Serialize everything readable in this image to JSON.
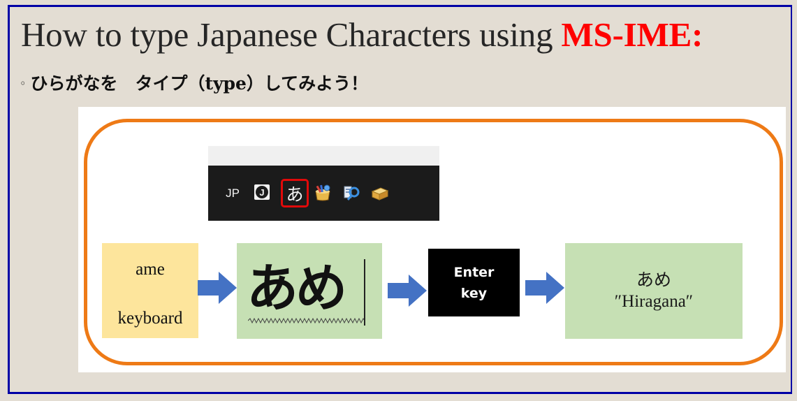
{
  "slide": {
    "title_prefix": "How to type Japanese Characters using ",
    "title_accent": "MS-IME:",
    "bullet_symbol": "◦",
    "bullet_text": "ひらがなを　タイプ（type）してみよう！",
    "colors": {
      "frame_border": "#0000a6",
      "background": "#e3ddd3",
      "accent_red": "#ff0000",
      "outline_orange": "#ee7a16",
      "arrow_blue": "#4472c4",
      "input_yellow": "#fde59c",
      "green_box": "#c6e0b4"
    }
  },
  "taskbar": {
    "language_label": "JP",
    "ime_mode_icon_glyph": "J",
    "input_mode_glyph": "あ",
    "icons": [
      "ime-pad-icon",
      "dictionary-tool-icon",
      "ime-toolbox-icon"
    ]
  },
  "flow": {
    "input_box": {
      "word": "ame",
      "caption": "keyboard"
    },
    "compose_box": {
      "text": "あめ"
    },
    "enter_box": {
      "line1": "Enter",
      "line2": "key"
    },
    "result_box": {
      "text": "あめ",
      "caption": "″Hiragana″"
    }
  }
}
